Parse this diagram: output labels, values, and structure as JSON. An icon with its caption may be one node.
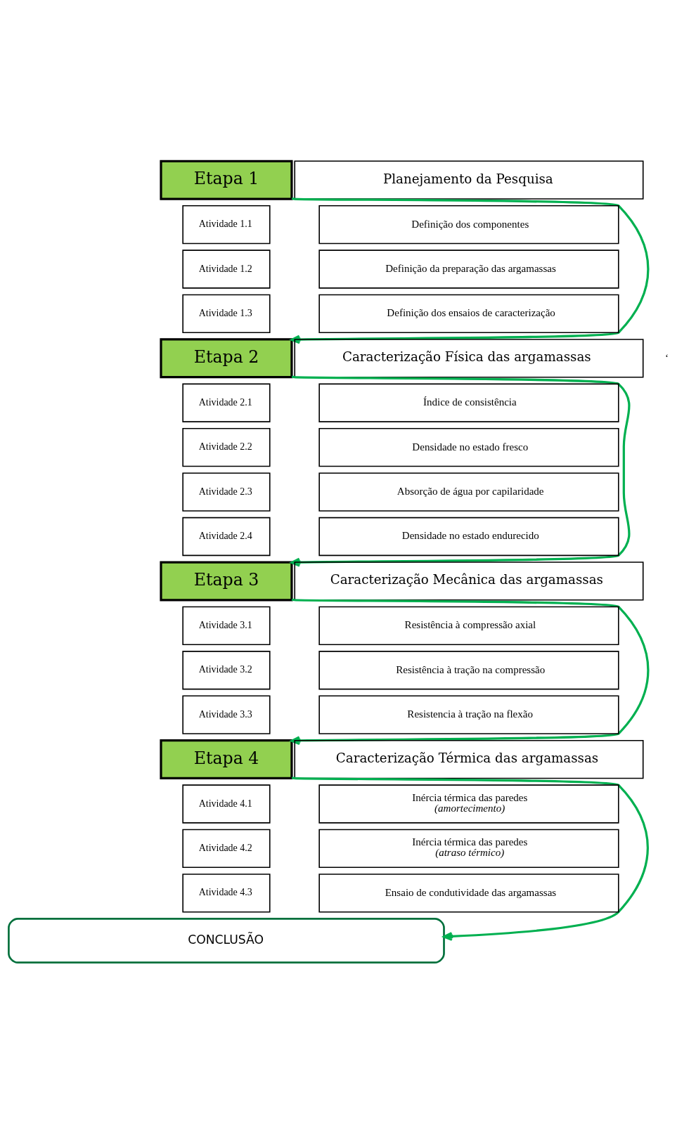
{
  "diagram": {
    "nodes": [
      {
        "text": [
          "Etapa 1"
        ]
      },
      {
        "text": [
          "Planejamento da Pesquisa"
        ]
      },
      {
        "text": [
          "Atividade 1.1"
        ]
      },
      {
        "text": [
          "Definição dos componentes"
        ]
      },
      {
        "text": [
          "Atividade 1.2"
        ]
      },
      {
        "text": [
          "Definição da preparação das argamassas"
        ]
      },
      {
        "text": [
          "Atividade 1.3"
        ]
      },
      {
        "text": [
          "Definição dos ensaios de caracterização"
        ]
      },
      {
        "text": [
          "Etapa 2"
        ]
      },
      {
        "text": [
          "Caracterização Física das argamassas"
        ]
      },
      {
        "text": [
          "Atividade 2.1"
        ]
      },
      {
        "text": [
          "Índice de consistência"
        ]
      },
      {
        "text": [
          "Atividade 2.2"
        ]
      },
      {
        "text": [
          "Densidade no estado fresco"
        ]
      },
      {
        "text": [
          "Atividade 2.3"
        ]
      },
      {
        "text": [
          "Absorção de água por capilaridade"
        ]
      },
      {
        "text": [
          "Atividade 2.4"
        ]
      },
      {
        "text": [
          "Densidade no estado endurecido"
        ]
      },
      {
        "text": [
          "Etapa 3"
        ]
      },
      {
        "text": [
          "Caracterização Mecânica das argamassas"
        ]
      },
      {
        "text": [
          "Atividade 3.1"
        ]
      },
      {
        "text": [
          "Resistência à compressão axial"
        ]
      },
      {
        "text": [
          "Atividade 3.2"
        ]
      },
      {
        "text": [
          "Resistência à tração na compressão"
        ]
      },
      {
        "text": [
          "Atividade 3.3"
        ]
      },
      {
        "text": [
          "Resistencia à tração na flexão"
        ]
      },
      {
        "text": [
          "Etapa 4"
        ]
      },
      {
        "text": [
          "Caracterização Térmica das argamassas"
        ]
      },
      {
        "text": [
          "Atividade 4.1"
        ]
      },
      {
        "text": [
          "Inércia térmica das paredes *(amortecimento)*"
        ]
      },
      {
        "text": [
          "Atividade 4.2"
        ]
      },
      {
        "text": [
          "Inércia térmica das paredes *(atraso térmico)*"
        ]
      },
      {
        "text": [
          "Atividade 4.3"
        ]
      },
      {
        "text": [
          "Ensaio de condutividade das argamassas"
        ]
      },
      {
        "text": [
          "CONCLUSÃO"
        ]
      }
    ],
    "edges": [
      {
        "from": 0,
        "to": 8,
        "arrow": "to"
      },
      {
        "from": 8,
        "to": 18,
        "arrow": "to"
      },
      {
        "from": 18,
        "to": 26,
        "arrow": "to"
      },
      {
        "from": 26,
        "to": 34,
        "arrow": "to"
      }
    ],
    "labels": [
      "‘"
    ]
  }
}
